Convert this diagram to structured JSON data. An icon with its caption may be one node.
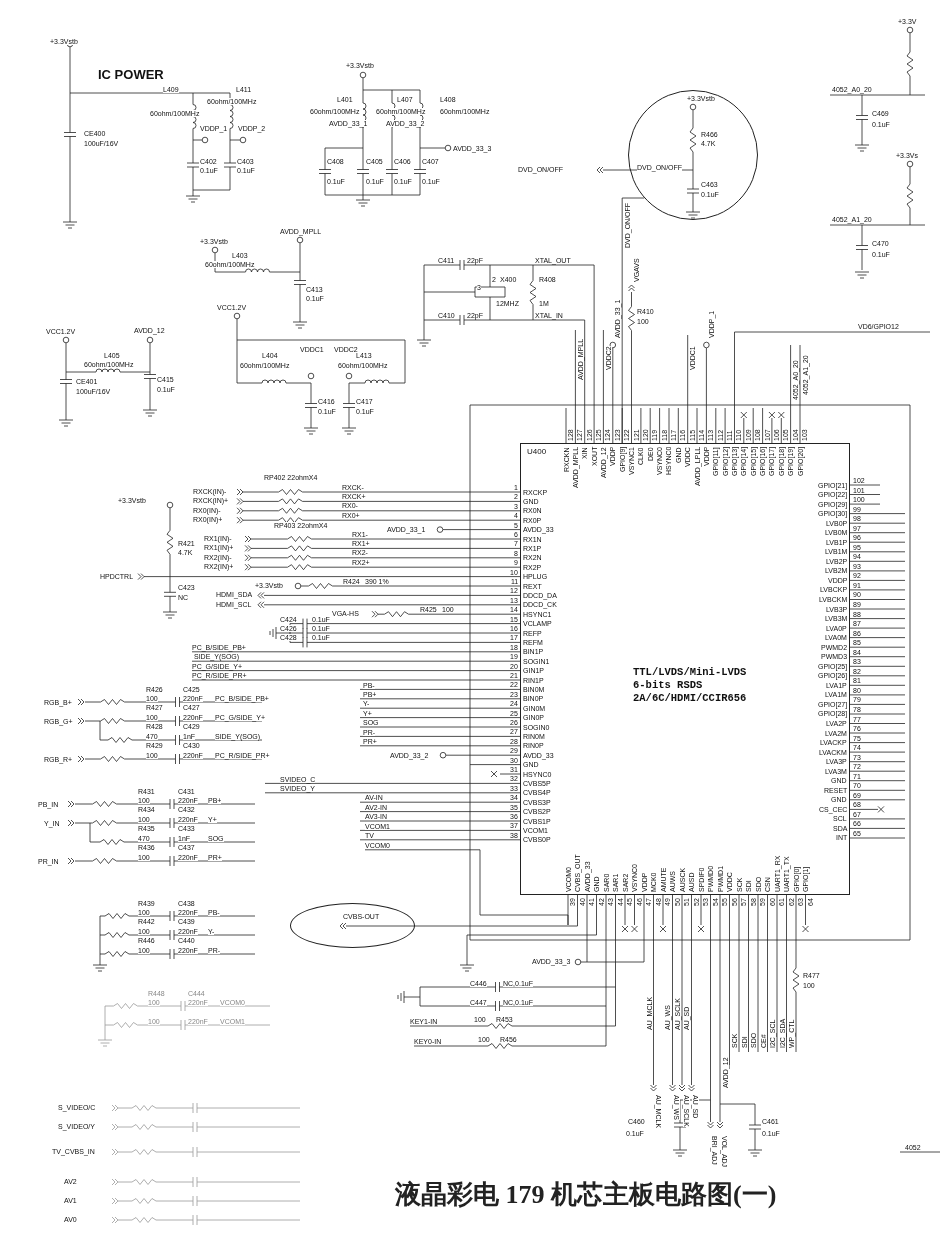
{
  "diagram": {
    "caption": "液晶彩电 179 机芯主板电路图(一)",
    "nodes": [
      {
        "text": [
          "U400",
          "TTL/LVDS/Mini-LVDS 6-bits RSDS 2A/6C/HDMI/CCIR656"
        ]
      },
      {
        "text": [
          "+3.3Vstb",
          "R466",
          "4.7K",
          "DVD_ON/OFF",
          "C463",
          "0.1uF"
        ]
      },
      {
        "text": [
          "CVBS-OUT"
        ]
      }
    ],
    "edges": [
      {
        "from": 1,
        "to": 0,
        "arrow": "none"
      }
    ],
    "labels": [
      "+3.3Vstb",
      "IC POWER",
      "L409",
      "L411",
      "60ohm/100MHz",
      "60ohm/100MHz",
      "VDDP_1",
      "VDDP_2",
      "CE400",
      "100uF/16V",
      "C402",
      "0.1uF",
      "C403",
      "0.1uF",
      "+3.3Vstb",
      "L401",
      "60ohm/100MHz",
      "AVDD_33_1",
      "L407",
      "60ohm/100MHz",
      "AVDD_33_2",
      "L408",
      "60ohm/100MHz",
      "AVDD_33_3",
      "C408",
      "0.1uF",
      "C405",
      "0.1uF",
      "C406",
      "0.1uF",
      "C407",
      "0.1uF",
      "DVD_ON/OFF",
      "AVDD_MPLL",
      "+3.3Vstb",
      "L403",
      "60ohm/100MHz",
      "C413",
      "0.1uF",
      "C411",
      "22pF",
      "XTAL_OUT",
      "2",
      "X400",
      "R408",
      "3",
      "12MHZ",
      "1M",
      "C410",
      "22pF",
      "XTAL_IN",
      "DVD_ON/OFF",
      "VGAVS",
      "R410",
      "100",
      "AVDD_MPLL",
      "VDDC2",
      "AVDD_33_1",
      "VDDC1",
      "VDDP_1",
      "4052_A0_20",
      "4052_A1_20",
      "VD6/GPIO12",
      "+3.3V",
      "4052_A0_20",
      "C469",
      "0.1uF",
      "+3.3Vs",
      "4052_A1_20",
      "C470",
      "0.1uF",
      "VCC1.2V",
      "AVDD_12",
      "L405",
      "60ohm/100MHz",
      "CE401",
      "100uF/16V",
      "C415",
      "0.1uF",
      "VCC1.2V",
      "VDDC1",
      "VDDC2",
      "L404",
      "60ohm/100MHz",
      "L413",
      "60ohm/100MHz",
      "C416",
      "0.1uF",
      "C417",
      "0.1uF",
      "RP402 22ohmX4",
      "RXCK(IN)-",
      "RXCK(IN)+",
      "RX0(IN)-",
      "RX0(IN)+",
      "RXCK-",
      "RXCK+",
      "RX0-",
      "RX0+",
      "RP403 22ohmX4",
      "AVDD_33_1",
      "+3.3Vstb",
      "RX1(IN)-",
      "RX1(IN)+",
      "RX2(IN)-",
      "RX2(IN)+",
      "RX1-",
      "RX1+",
      "RX2-",
      "RX2+",
      "R421",
      "4.7K",
      "HPDCTRL",
      "C423",
      "NC",
      "+3.3Vstb",
      "R424",
      "390 1%",
      "HDMI_SDA",
      "HDMI_SCL",
      "R425",
      "100",
      "VGA-HS",
      "C424",
      "0.1uF",
      "C426",
      "0.1uF",
      "C428",
      "0.1uF",
      "PC_B/SIDE_PB+",
      "SIDE_Y(SOG)",
      "PC_G/SIDE_Y+",
      "PC_R/SIDE_PR+",
      "PB-",
      "PB+",
      "Y-",
      "Y+",
      "SOG",
      "PR-",
      "PR+",
      "AVDD_33_2",
      "SVIDEO_C",
      "SVIDEO_Y",
      "AV-IN",
      "AV2-IN",
      "AV3-IN",
      "VCOM1",
      "TV",
      "VCOM0",
      "R426",
      "C425",
      "100",
      "220nF",
      "PC_B/SIDE_PB+",
      "RGB_B+",
      "R427",
      "C427",
      "100",
      "220nF",
      "PC_G/SIDE_Y+",
      "RGB_G+",
      "R428",
      "C429",
      "470",
      "1nF",
      "SIDE_Y(SOG)",
      "R429",
      "C430",
      "100",
      "220nF",
      "PC_R/SIDE_PR+",
      "RGB_R+",
      "R431",
      "C431",
      "100",
      "220nF",
      "PB+",
      "PB_IN",
      "R434",
      "C432",
      "100",
      "220nF",
      "Y+",
      "Y_IN",
      "R435",
      "C433",
      "470",
      "1nF",
      "SOG",
      "R436",
      "C437",
      "100",
      "220nF",
      "PR+",
      "PR_IN",
      "R439",
      "C438",
      "100",
      "220nF",
      "PB-",
      "R442",
      "C439",
      "100",
      "220nF",
      "Y-",
      "R446",
      "C440",
      "100",
      "220nF",
      "PR-",
      "R448",
      "C444",
      "100",
      "220nF",
      "VCOM0",
      "100",
      "220nF",
      "VCOM1",
      "S_VIDEO/C",
      "S_VIDEO/Y",
      "TV_CVBS_IN",
      "AV2",
      "AV1",
      "AV0",
      "AVDD_33_3",
      "C446",
      "NC,0.1uF",
      "C447",
      "NC,0.1uF",
      "KEY1-IN",
      "100",
      "R453",
      "KEY0-IN",
      "100",
      "R456",
      "AU_MCLK",
      "AU_WS",
      "AU_SCLK",
      "AU_SD",
      "AVDD_12",
      "SCK",
      "SDI",
      "SDO",
      "CE#",
      "I2C_SCL",
      "I2C_SDA",
      "WP_CTL",
      "R477",
      "100",
      "AU_MCLK",
      "AU_WS",
      "AU_SCLK",
      "AU_SD",
      "C460",
      "0.1uF",
      "BRI_ADJ",
      "VOL_ADJ",
      "C461",
      "0.1uF",
      "4052",
      "1",
      "RXCKP",
      "2",
      "GND",
      "3",
      "RX0N",
      "4",
      "RX0P",
      "5",
      "AVDD_33",
      "6",
      "RX1N",
      "7",
      "RX1P",
      "8",
      "RX2N",
      "9",
      "RX2P",
      "10",
      "HPLUG",
      "11",
      "REXT",
      "12",
      "DDCD_DA",
      "13",
      "DDCD_CK",
      "14",
      "HSYNC1",
      "15",
      "VCLAMP",
      "16",
      "REFP",
      "17",
      "REFM",
      "18",
      "BIN1P",
      "19",
      "SOGIN1",
      "20",
      "GIN1P",
      "21",
      "RIN1P",
      "22",
      "BIN0M",
      "23",
      "BIN0P",
      "24",
      "GIN0M",
      "25",
      "GIN0P",
      "26",
      "SOGIN0",
      "27",
      "RIN0M",
      "28",
      "RIN0P",
      "29",
      "AVDD_33",
      "30",
      "GND",
      "31",
      "HSYNC0",
      "32",
      "CVBS5P",
      "33",
      "CVBS4P",
      "34",
      "CVBS3P",
      "35",
      "CVBS2P",
      "36",
      "CVBS1P",
      "37",
      "VCOM1",
      "38",
      "CVBS0P",
      "128",
      "RXCKN",
      "127",
      "AVDD_MPLL",
      "126",
      "XIN",
      "125",
      "XOUT",
      "124",
      "AVDD_12",
      "123",
      "VDDP",
      "122",
      "GPIO[9]",
      "121",
      "VSYNC1",
      "120",
      "CLK0",
      "119",
      "DE0",
      "118",
      "VSYNC0",
      "117",
      "HSYNC0",
      "116",
      "GND",
      "115",
      "VDDC",
      "114",
      "AVDD_LPLL",
      "113",
      "VDDP",
      "112",
      "GPIO[11]",
      "111",
      "GPIO[12]",
      "110",
      "GPIO[13]",
      "109",
      "GPIO[14]",
      "108",
      "GPIO[15]",
      "107",
      "GPIO[16]",
      "106",
      "GPIO[17]",
      "105",
      "GPIO[18]",
      "104",
      "GPIO[19]",
      "103",
      "GPIO[20]",
      "102",
      "GPIO[21]",
      "101",
      "GPIO[22]",
      "100",
      "GPIO[29]",
      "99",
      "GPIO[30]",
      "98",
      "LVB0P",
      "97",
      "LVB0M",
      "96",
      "LVB1P",
      "95",
      "LVB1M",
      "94",
      "LVB2P",
      "93",
      "LVB2M",
      "92",
      "VDDP",
      "91",
      "LVBCKP",
      "90",
      "LVBCKM",
      "89",
      "LVB3P",
      "88",
      "LVB3M",
      "87",
      "LVA0P",
      "86",
      "LVA0M",
      "85",
      "PWMD2",
      "84",
      "PWMD3",
      "83",
      "GPIO[25]",
      "82",
      "GPIO[26]",
      "81",
      "LVA1P",
      "80",
      "LVA1M",
      "79",
      "GPIO[27]",
      "78",
      "GPIO[28]",
      "77",
      "LVA2P",
      "76",
      "LVA2M",
      "75",
      "LVACKP",
      "74",
      "LVACKM",
      "73",
      "LVA3P",
      "72",
      "LVA3M",
      "71",
      "GND",
      "70",
      "RESET",
      "69",
      "GND",
      "68",
      "CS_CEC",
      "67",
      "SCL",
      "66",
      "SDA",
      "65",
      "INT",
      "39",
      "VCOM0",
      "40",
      "CVBS_OUT",
      "41",
      "AVDD_33",
      "42",
      "GND",
      "43",
      "SAR0",
      "44",
      "SAR1",
      "45",
      "SAR2",
      "46",
      "VSYNC0",
      "47",
      "VDDP",
      "48",
      "MCK0",
      "49",
      "AMUTE",
      "50",
      "AUWS",
      "51",
      "AUSCK",
      "52",
      "AUSD",
      "53",
      "SPDIF0",
      "54",
      "PWMD0",
      "55",
      "PWMD1",
      "56",
      "VDDC",
      "57",
      "SCK",
      "58",
      "SDI",
      "59",
      "SDO",
      "60",
      "CSN",
      "61",
      "UART1_RX",
      "62",
      "UART1_TX",
      "63",
      "GPIO[0]",
      "64",
      "GPIO[1]"
    ]
  }
}
